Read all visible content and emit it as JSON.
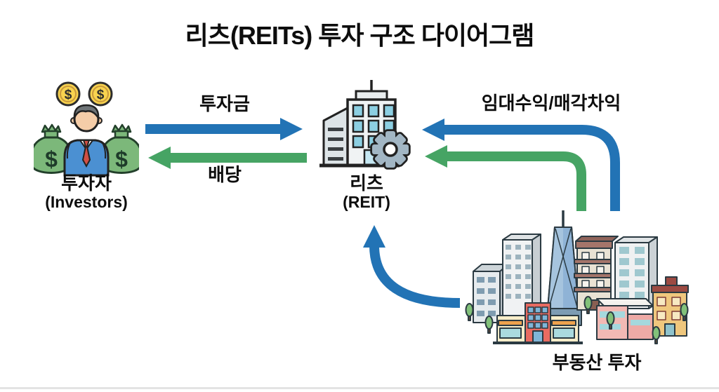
{
  "title": "리츠(REITs) 투자 구조 다이어그램",
  "colors": {
    "arrow_blue": "#2273b5",
    "arrow_green": "#46a464",
    "text": "#0d0d0d",
    "background": "#ffffff",
    "money_bag_green": "#7cb87a",
    "coin_gold": "#f8d34f",
    "suit_blue": "#4b90d2",
    "tie_red": "#d14f44",
    "window_blue": "#8ccfe2",
    "gear_gray": "#a2b6c4"
  },
  "icons": {
    "currency": "$"
  },
  "nodes": {
    "investors": {
      "label_ko": "투자자",
      "label_en": "(Investors)",
      "icon": "investor-money-bags-icon"
    },
    "reit": {
      "label_ko": "리츠",
      "label_en": "(REIT)",
      "icon": "building-gear-icon"
    },
    "real_estate": {
      "label_ko": "부동산 투자",
      "icon": "city-buildings-icon"
    }
  },
  "flows": [
    {
      "id": "investment",
      "label": "투자금",
      "from": "investors",
      "to": "reit",
      "color": "blue",
      "style": "straight-right"
    },
    {
      "id": "dividend",
      "label": "배당",
      "from": "reit",
      "to": "investors",
      "color": "green",
      "style": "straight-left"
    },
    {
      "id": "rental-sale-income",
      "label": "임대수익/매각차익",
      "from": "real_estate",
      "to": "reit",
      "color": "blue",
      "style": "curved-from-bottom-right"
    },
    {
      "id": "income-secondary",
      "label": "",
      "from": "real_estate",
      "to": "reit",
      "color": "green",
      "style": "curved-from-bottom-right"
    },
    {
      "id": "property-investment",
      "label": "",
      "from": "real_estate",
      "to": "reit",
      "color": "blue",
      "style": "curved-arc-up"
    }
  ]
}
